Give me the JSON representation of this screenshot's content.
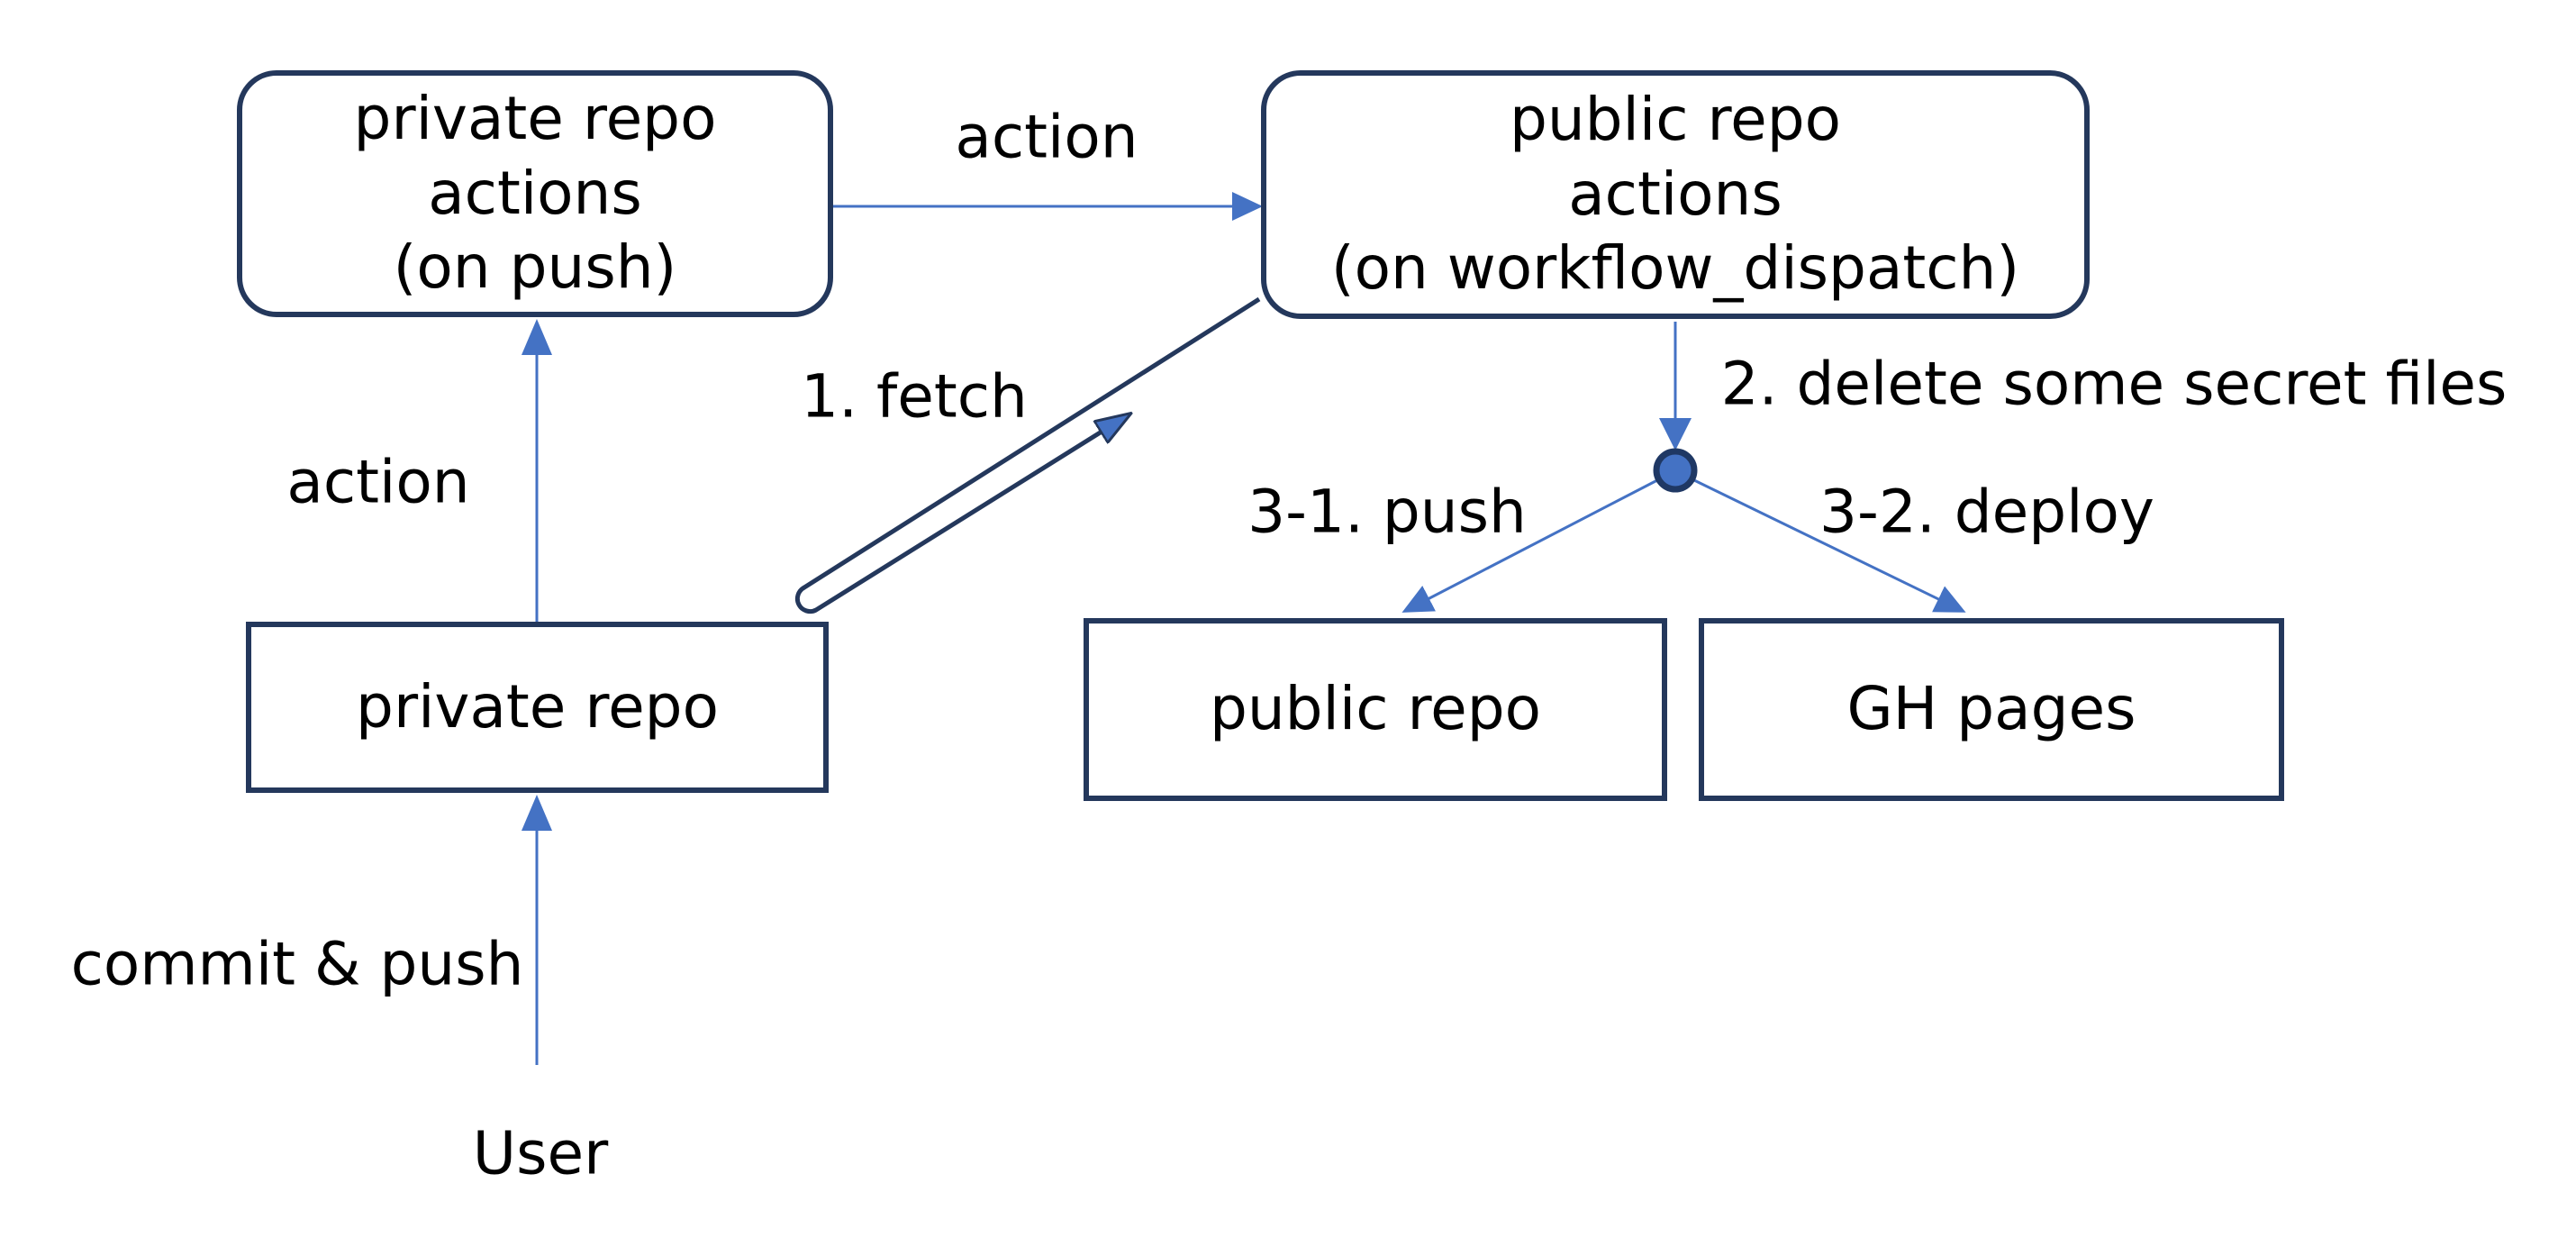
{
  "diagram": {
    "background": "#ffffff",
    "colors": {
      "node_border": "#24385c",
      "connector_blue": "#4472c4",
      "loop_navy": "#24385c",
      "junction_fill": "#4472c4",
      "junction_ring": "#1f3864",
      "text": "#000000"
    },
    "nodes": {
      "private_repo_actions": {
        "shape": "rounded",
        "lines": [
          "private repo",
          "actions",
          "(on push)"
        ]
      },
      "public_repo_actions": {
        "shape": "rounded",
        "lines": [
          "public repo",
          "actions",
          "(on workflow_dispatch)"
        ]
      },
      "private_repo": {
        "shape": "rect",
        "lines": [
          "private repo"
        ]
      },
      "public_repo": {
        "shape": "rect",
        "lines": [
          "public repo"
        ]
      },
      "gh_pages": {
        "shape": "rect",
        "lines": [
          "GH pages"
        ]
      }
    },
    "labels": {
      "action_top": "action",
      "action_left": "action",
      "fetch": "1. fetch",
      "delete": "2. delete some secret files",
      "push": "3-1. push",
      "deploy": "3-2. deploy",
      "commit": "commit & push",
      "user": "User"
    }
  }
}
